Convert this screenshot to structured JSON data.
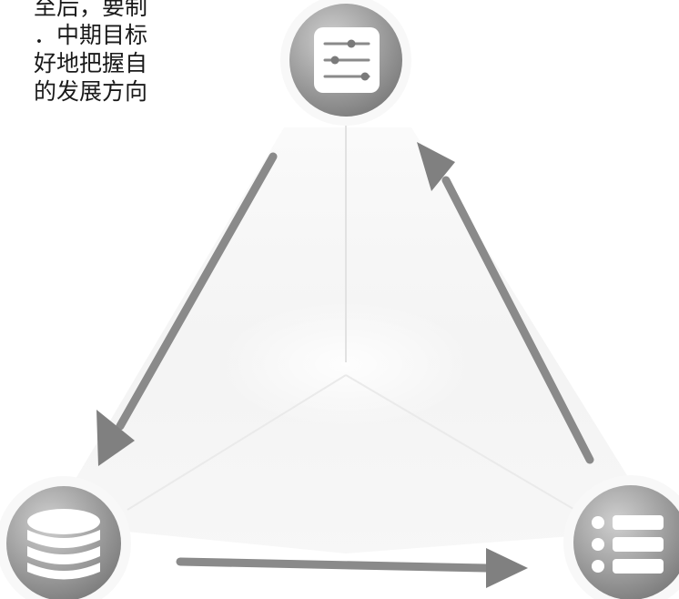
{
  "text_block": {
    "lines": [
      "至后，要制",
      "．中期目标",
      "好地把握自",
      "的发展方向"
    ]
  },
  "nodes": [
    {
      "name": "top-node",
      "icon": "sliders-icon",
      "position": "top"
    },
    {
      "name": "bottom-left-node",
      "icon": "database-icon",
      "position": "bottom-left"
    },
    {
      "name": "bottom-right-node",
      "icon": "list-icon",
      "position": "bottom-right"
    }
  ],
  "arrows": [
    {
      "from": "top-node",
      "to": "bottom-left-node"
    },
    {
      "from": "bottom-left-node",
      "to": "bottom-right-node"
    },
    {
      "from": "bottom-right-node",
      "to": "top-node"
    }
  ],
  "colors": {
    "arrow": "#808080",
    "node_dark": "#7a7a7a",
    "node_light": "#c6c6c6",
    "icon_fill": "#ffffff",
    "text": "#1a1a1a"
  }
}
